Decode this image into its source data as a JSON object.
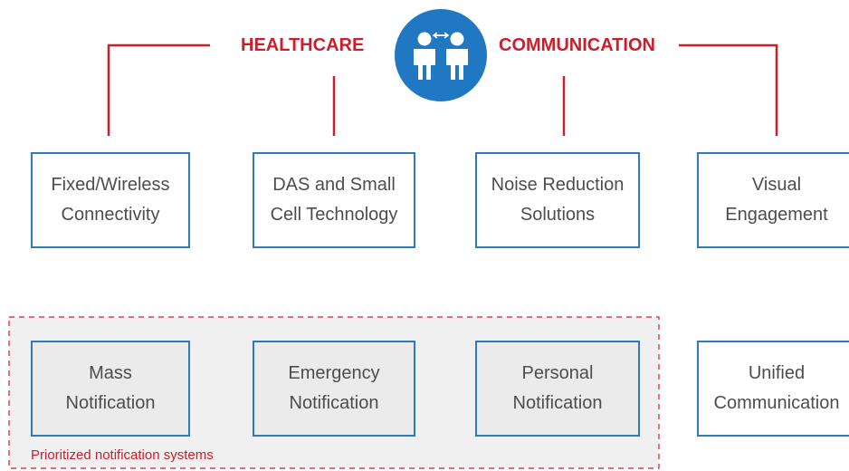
{
  "colors": {
    "accent_red": "#c8202f",
    "box_border": "#2f79c1",
    "hub_fill": "#1f78c1",
    "text": "#4d4d4d",
    "group_fill": "#f0f0f0"
  },
  "header": {
    "left_title": "HEALTHCARE",
    "right_title": "COMMUNICATION",
    "hub_icon": "people-exchange-icon"
  },
  "top_row": [
    {
      "label": "Fixed/Wireless\nConnectivity"
    },
    {
      "label": "DAS and Small\nCell Technology"
    },
    {
      "label": "Noise Reduction\nSolutions"
    },
    {
      "label": "Visual\nEngagement"
    }
  ],
  "bottom_row": [
    {
      "label": "Mass\nNotification"
    },
    {
      "label": "Emergency\nNotification"
    },
    {
      "label": "Personal\nNotification"
    },
    {
      "label": "Unified\nCommunication"
    }
  ],
  "group": {
    "caption": "Prioritized notification systems"
  }
}
